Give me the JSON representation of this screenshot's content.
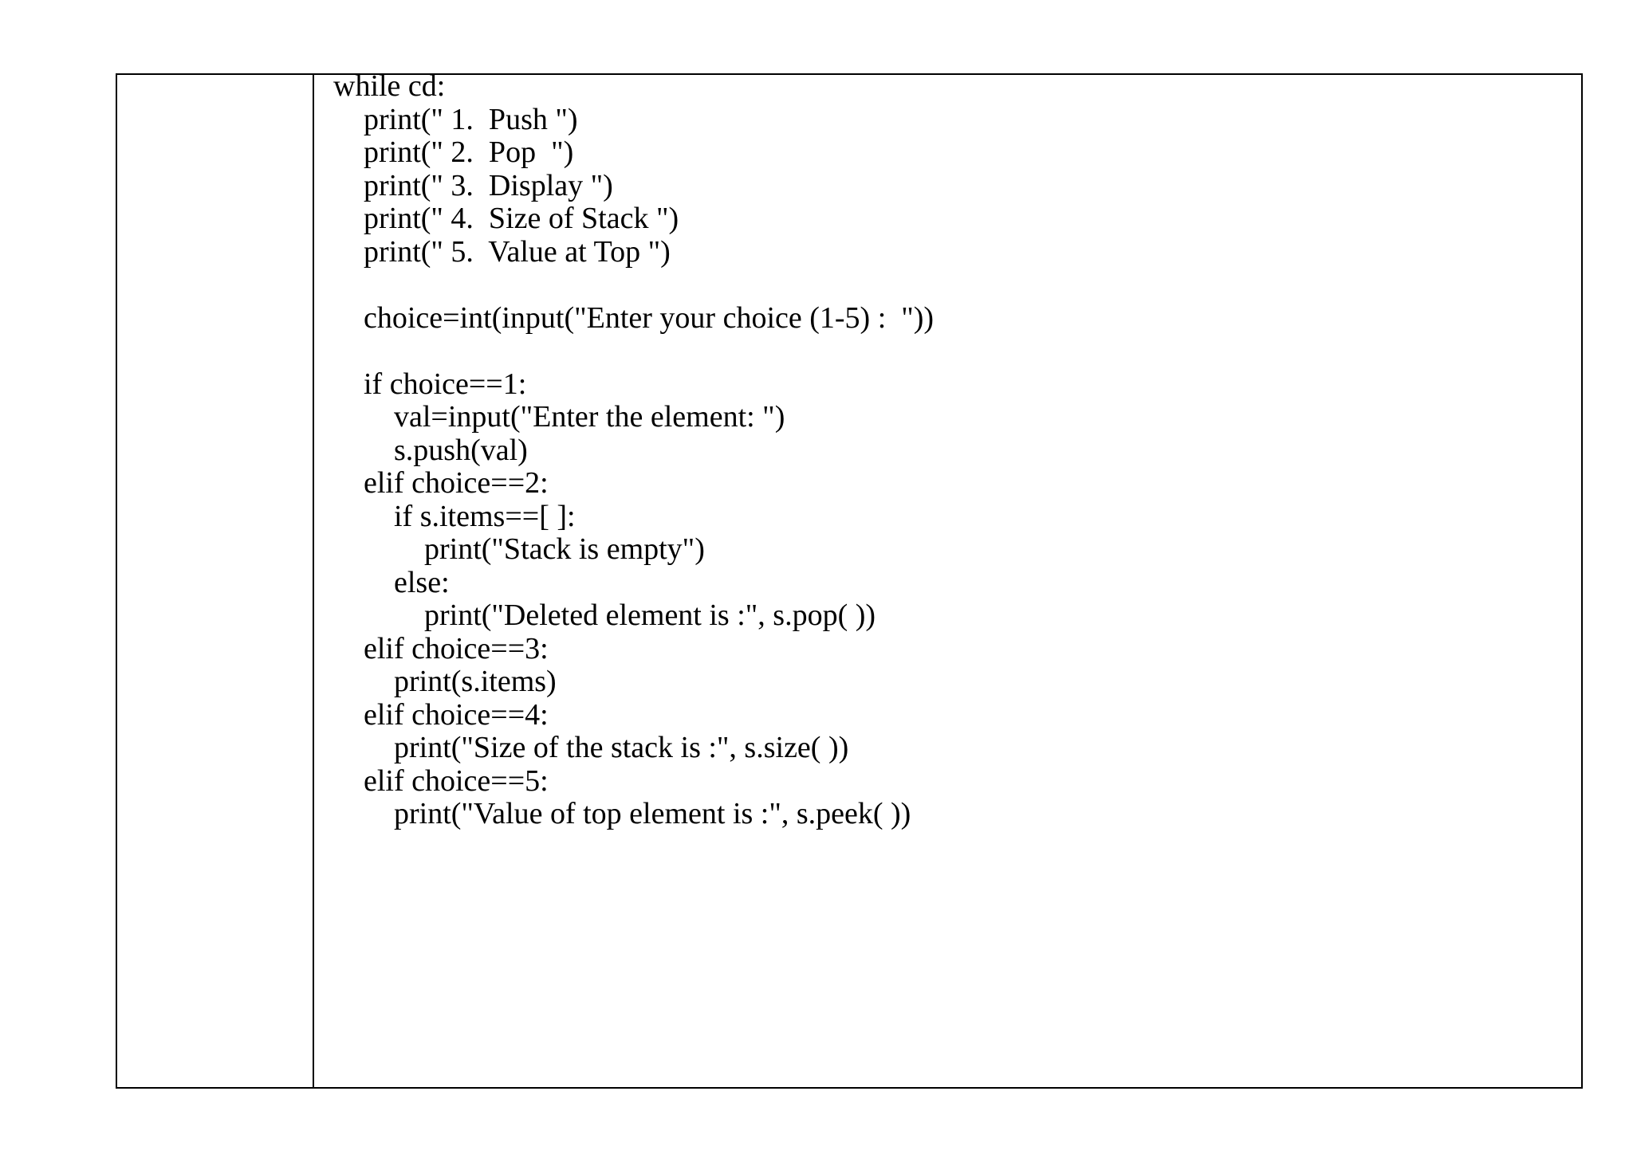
{
  "document": {
    "type": "table",
    "table": {
      "columns": 2,
      "rows": 1,
      "left_cell_text": "",
      "right_cell_label": "python-code-listing"
    }
  },
  "code": {
    "language": "python",
    "lines": [
      "while cd:",
      "    print(\" 1.  Push \")",
      "    print(\" 2.  Pop  \")",
      "    print(\" 3.  Display \")",
      "    print(\" 4.  Size of Stack \")",
      "    print(\" 5.  Value at Top \")",
      "",
      "    choice=int(input(\"Enter your choice (1-5) :  \"))",
      "",
      "    if choice==1:",
      "        val=input(\"Enter the element: \")",
      "        s.push(val)",
      "    elif choice==2:",
      "        if s.items==[ ]:",
      "            print(\"Stack is empty\")",
      "        else:",
      "            print(\"Deleted element is :\", s.pop( ))",
      "    elif choice==3:",
      "        print(s.items)",
      "    elif choice==4:",
      "        print(\"Size of the stack is :\", s.size( ))",
      "    elif choice==5:",
      "        print(\"Value of top element is :\", s.peek( ))"
    ]
  }
}
